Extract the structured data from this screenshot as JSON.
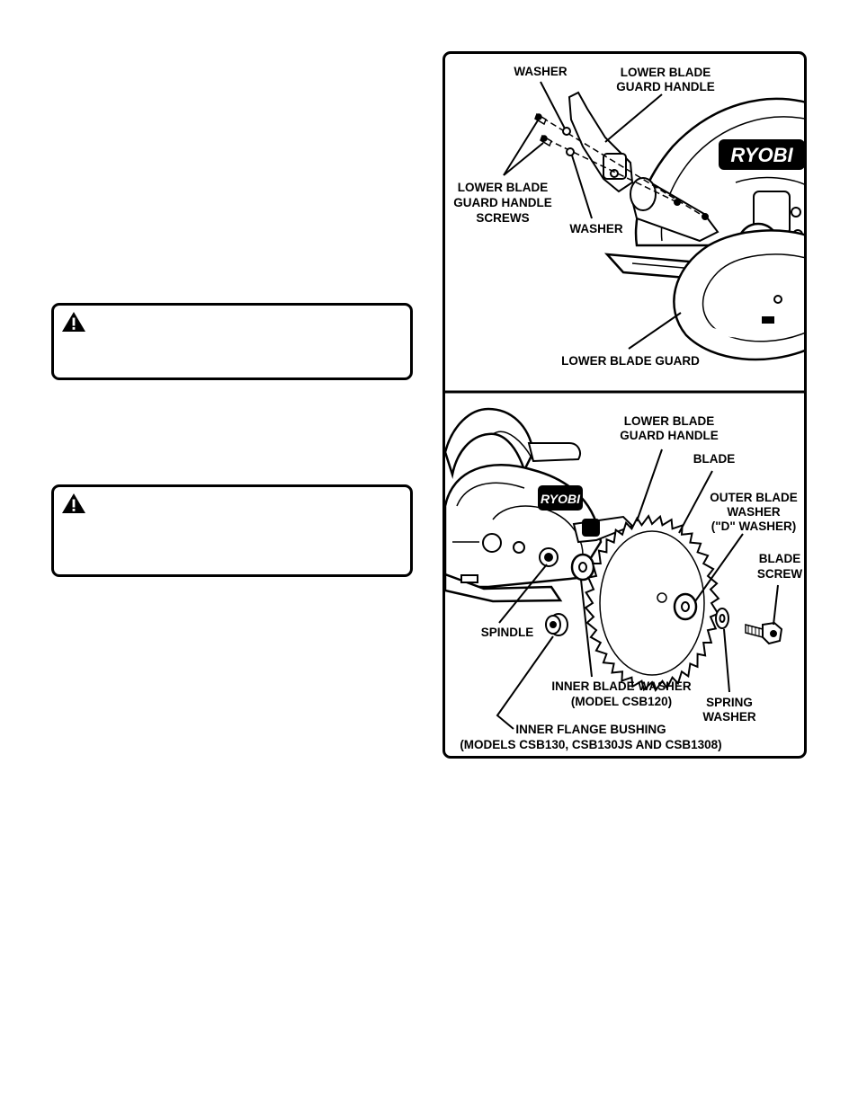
{
  "warnings": [
    {
      "icon": "warning-triangle-icon"
    },
    {
      "icon": "warning-triangle-icon"
    }
  ],
  "figure_top": {
    "brand": "RYOBI",
    "labels": {
      "washer_top": "WASHER",
      "handle_line1": "LOWER BLADE",
      "handle_line2": "GUARD HANDLE",
      "screws_line1": "LOWER BLADE",
      "screws_line2": "GUARD HANDLE",
      "screws_line3": "SCREWS",
      "washer_bottom": "WASHER",
      "lower_guard": "LOWER BLADE GUARD"
    }
  },
  "figure_bottom": {
    "brand": "RYOBI",
    "labels": {
      "handle_line1": "LOWER BLADE",
      "handle_line2": "GUARD HANDLE",
      "blade": "BLADE",
      "outer_line1": "OUTER BLADE",
      "outer_line2": "WASHER",
      "outer_line3": "(\"D\" WASHER)",
      "screw_line1": "BLADE",
      "screw_line2": "SCREW",
      "spindle": "SPINDLE",
      "inner_line1": "INNER BLADE WASHER",
      "inner_line2": "(MODEL CSB120)",
      "spring_line1": "SPRING",
      "spring_line2": "WASHER",
      "bushing_line1": "INNER FLANGE BUSHING",
      "bushing_line2": "(MODELS CSB130, CSB130JS AND CSB1308)"
    }
  }
}
